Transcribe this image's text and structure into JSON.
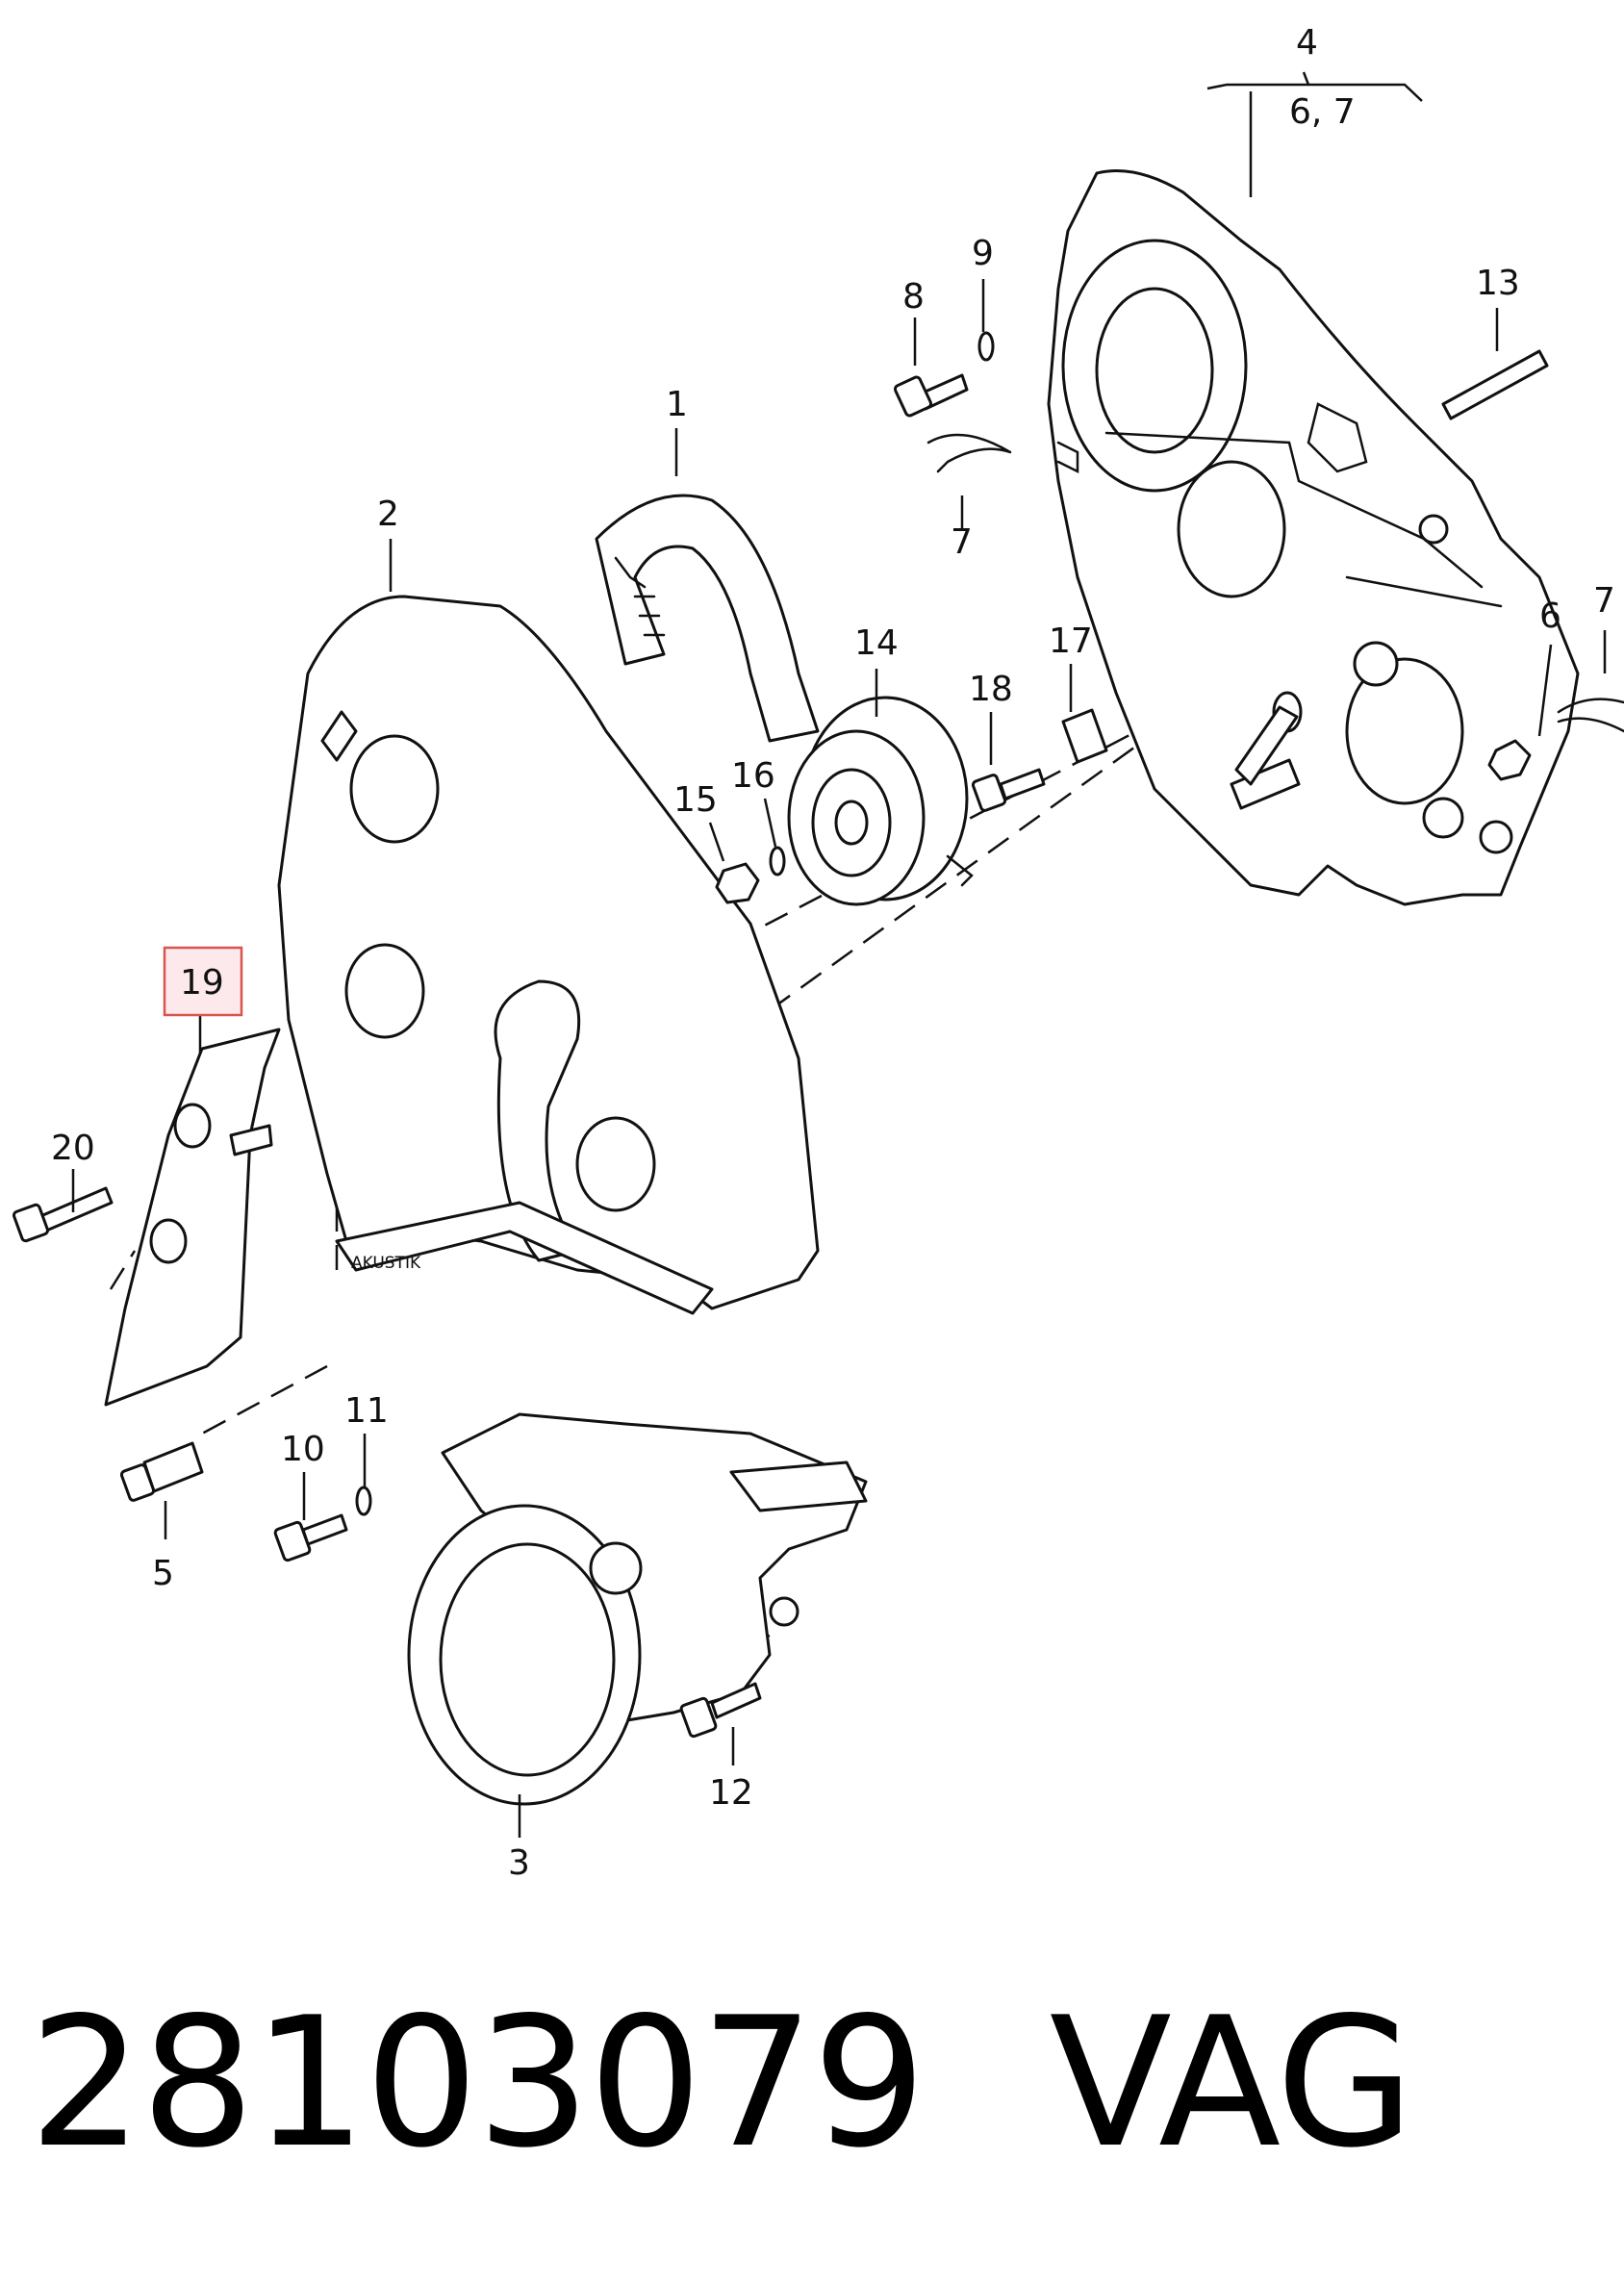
{
  "callouts": [
    {
      "id": "c1",
      "label": "1"
    },
    {
      "id": "c2",
      "label": "2"
    },
    {
      "id": "c3",
      "label": "3"
    },
    {
      "id": "c4",
      "label": "4"
    },
    {
      "id": "c4sub",
      "label": "6, 7"
    },
    {
      "id": "c5",
      "label": "5"
    },
    {
      "id": "c6",
      "label": "6"
    },
    {
      "id": "c7a",
      "label": "7"
    },
    {
      "id": "c7b",
      "label": "7"
    },
    {
      "id": "c8",
      "label": "8"
    },
    {
      "id": "c9",
      "label": "9"
    },
    {
      "id": "c10",
      "label": "10"
    },
    {
      "id": "c11",
      "label": "11"
    },
    {
      "id": "c12",
      "label": "12"
    },
    {
      "id": "c13",
      "label": "13"
    },
    {
      "id": "c14",
      "label": "14"
    },
    {
      "id": "c15",
      "label": "15"
    },
    {
      "id": "c16",
      "label": "16"
    },
    {
      "id": "c17",
      "label": "17"
    },
    {
      "id": "c18",
      "label": "18"
    },
    {
      "id": "c19",
      "label": "19",
      "highlighted": true
    },
    {
      "id": "c20",
      "label": "20"
    }
  ],
  "cover_stamp": "AKUSTIK",
  "footer": {
    "part_number": "28103079",
    "brand": "VAG"
  },
  "colors": {
    "line": "#111111",
    "highlight_fill": "#fde9ec",
    "highlight_stroke": "#d9534f"
  }
}
